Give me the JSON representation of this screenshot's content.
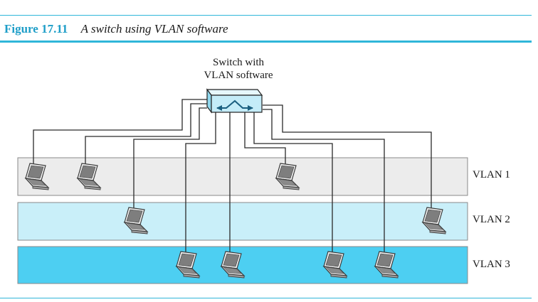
{
  "figure": {
    "number": "Figure 17.11",
    "title": "A switch using VLAN software"
  },
  "switch": {
    "line1": "Switch with",
    "line2": "VLAN software"
  },
  "vlans": [
    {
      "label": "VLAN 1",
      "color": "#ececec"
    },
    {
      "label": "VLAN 2",
      "color": "#c9eff9"
    },
    {
      "label": "VLAN 3",
      "color": "#4dcff2"
    }
  ],
  "colors": {
    "accent": "#2fb6d9",
    "figure_number": "#1e9ec8",
    "switch_body": "#c4ecf8"
  },
  "icons": {
    "switch": "switch-icon",
    "host": "laptop-icon"
  }
}
